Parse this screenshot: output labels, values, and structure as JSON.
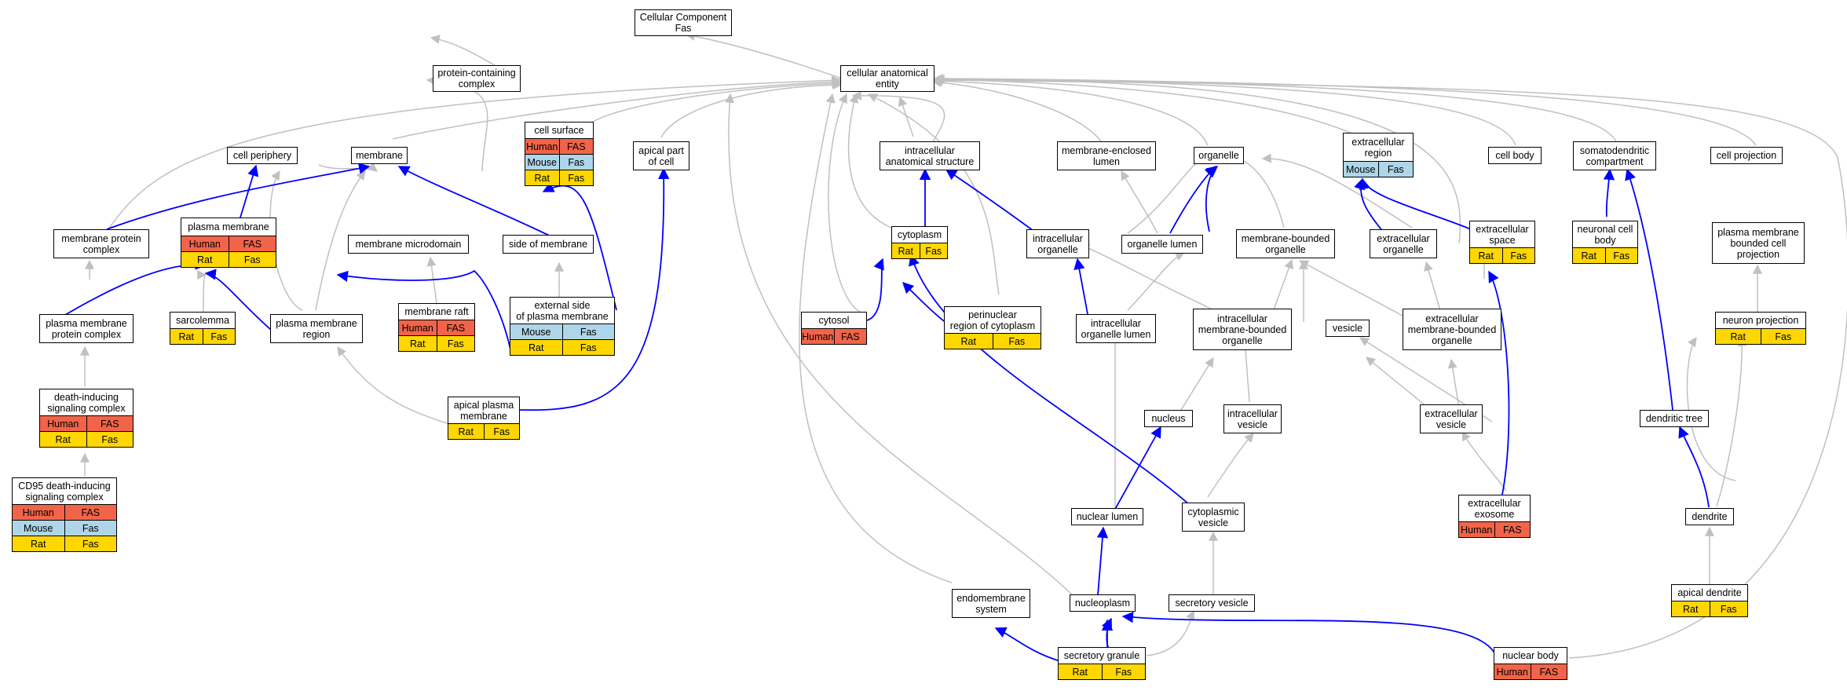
{
  "nodes": {
    "cellular_component": "Cellular Component\nFas",
    "protein_containing_complex": "protein-containing\ncomplex",
    "cellular_anatomical_entity": "cellular anatomical\nentity",
    "cell_periphery": "cell periphery",
    "membrane": "membrane",
    "cell_surface": "cell surface",
    "apical_part_of_cell": "apical part\nof cell",
    "intracellular_anatomical_structure": "intracellular\nanatomical structure",
    "membrane_enclosed_lumen": "membrane-enclosed\nlumen",
    "organelle": "organelle",
    "extracellular_region": "extracellular\nregion",
    "cell_body": "cell body",
    "somatodendritic_compartment": "somatodendritic\ncompartment",
    "cell_projection": "cell projection",
    "membrane_protein_complex": "membrane protein\ncomplex",
    "plasma_membrane": "plasma membrane",
    "membrane_microdomain": "membrane microdomain",
    "side_of_membrane": "side of membrane",
    "cytoplasm": "cytoplasm",
    "intracellular_organelle": "intracellular\norganelle",
    "organelle_lumen": "organelle lumen",
    "membrane_bounded_organelle": "membrane-bounded\norganelle",
    "extracellular_organelle": "extracellular\norganelle",
    "extracellular_space": "extracellular\nspace",
    "neuronal_cell_body": "neuronal cell\nbody",
    "plasma_membrane_bounded_cell_projection": "plasma membrane\nbounded cell\nprojection",
    "plasma_membrane_protein_complex": "plasma membrane\nprotein complex",
    "sarcolemma": "sarcolemma",
    "plasma_membrane_region": "plasma membrane\nregion",
    "membrane_raft": "membrane raft",
    "external_side_of_plasma_membrane": "external side\nof plasma membrane",
    "cytosol": "cytosol",
    "perinuclear_region_of_cytoplasm": "perinuclear\nregion of cytoplasm",
    "intracellular_organelle_lumen": "intracellular\norganelle lumen",
    "intracellular_membrane_bounded_organelle": "intracellular\nmembrane-bounded\norganelle",
    "vesicle": "vesicle",
    "extracellular_membrane_bounded_organelle": "extracellular\nmembrane-bounded\norganelle",
    "neuron_projection": "neuron projection",
    "death_inducing_signaling_complex": "death-inducing\nsignaling complex",
    "apical_plasma_membrane": "apical plasma\nmembrane",
    "nucleus": "nucleus",
    "intracellular_vesicle": "intracellular\nvesicle",
    "extracellular_vesicle": "extracellular\nvesicle",
    "dendritic_tree": "dendritic tree",
    "cd95_death_inducing_signaling_complex": "CD95 death-inducing\nsignaling complex",
    "nuclear_lumen": "nuclear lumen",
    "cytoplasmic_vesicle": "cytoplasmic\nvesicle",
    "extracellular_exosome": "extracellular\nexosome",
    "dendrite": "dendrite",
    "endomembrane_system": "endomembrane\nsystem",
    "nucleoplasm": "nucleoplasm",
    "secretory_vesicle": "secretory vesicle",
    "apical_dendrite": "apical dendrite",
    "secretory_granule": "secretory granule",
    "nuclear_body": "nuclear body"
  },
  "species": {
    "human": "Human",
    "mouse": "Mouse",
    "rat": "Rat"
  },
  "genes": {
    "human": "FAS",
    "mouse": "Fas",
    "rat": "Fas"
  },
  "colors": {
    "human": "#f26449",
    "mouse": "#aed6e8",
    "rat": "#ffd700",
    "gray_edge": "#c0c0c0",
    "blue_edge": "#0000ff"
  }
}
